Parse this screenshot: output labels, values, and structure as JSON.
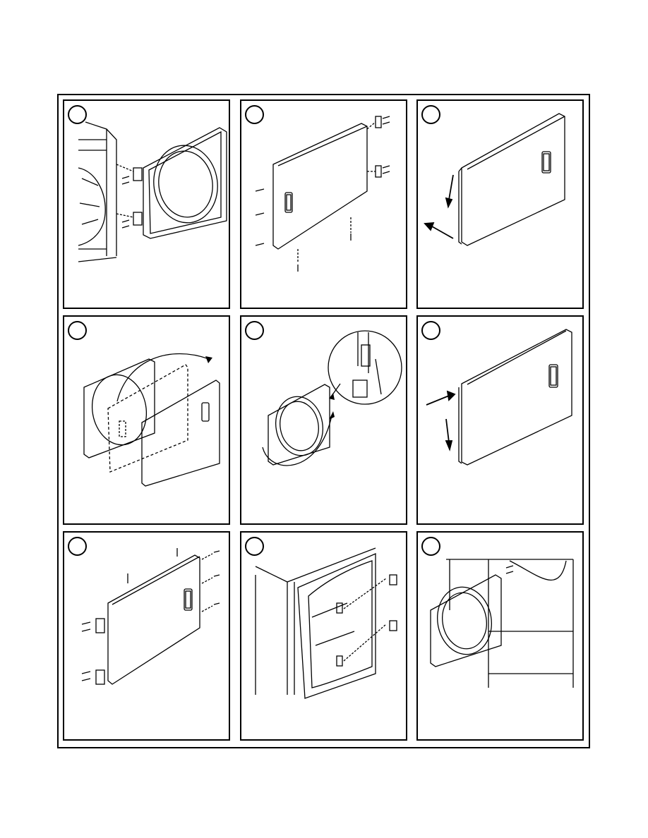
{
  "page": {
    "title": ""
  },
  "steps": [
    {
      "id": 1,
      "label": ""
    },
    {
      "id": 2,
      "label": ""
    },
    {
      "id": 3,
      "label": ""
    },
    {
      "id": 4,
      "label": ""
    },
    {
      "id": 5,
      "label": ""
    },
    {
      "id": 6,
      "label": ""
    },
    {
      "id": 7,
      "label": ""
    },
    {
      "id": 8,
      "label": ""
    },
    {
      "id": 9,
      "label": ""
    }
  ],
  "colors": {
    "line": "#000000",
    "background": "#ffffff"
  }
}
